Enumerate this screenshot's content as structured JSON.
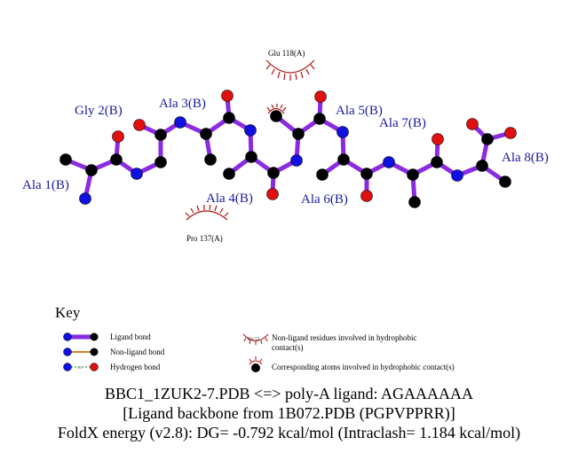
{
  "residues": {
    "ala1": "Ala 1(B)",
    "gly2": "Gly 2(B)",
    "ala3": "Ala 3(B)",
    "ala4": "Ala 4(B)",
    "ala5": "Ala 5(B)",
    "ala6": "Ala 6(B)",
    "ala7": "Ala 7(B)",
    "ala8": "Ala 8(B)"
  },
  "hydrophobic": {
    "glu": "Glu 118(A)",
    "pro": "Pro 137(A)"
  },
  "key": {
    "title": "Key",
    "ligand_bond": "Ligand bond",
    "nonligand_bond": "Non-ligand bond",
    "hydrogen_bond": "Hydrogen bond",
    "hbond_length": "3.0",
    "nonligand_residues_1": "Non-ligand residues involved in hydrophobic",
    "nonligand_residues_2": "contact(s)",
    "example_residue": "His 53",
    "corresponding_atoms": "Corresponding atoms involved in hydrophobic contact(s)"
  },
  "footer": {
    "line1": "BBC1_1ZUK2-7.PDB <=> poly-A ligand: AGAAAAAA",
    "line2": "[Ligand backbone from 1B072.PDB (PGPVPPRR)]",
    "line3": "FoldX energy (v2.8): DG= -0.792 kcal/mol (Intraclash= 1.184 kcal/mol)"
  },
  "colors": {
    "bond": "#8a2be2",
    "carbon": "#000000",
    "nitrogen": "#1010e0",
    "oxygen": "#e01010",
    "hydrophobic": "#b01010",
    "label": "#1a1aa0",
    "nonligand_bond": "#d08020",
    "hbond": "#208020"
  }
}
